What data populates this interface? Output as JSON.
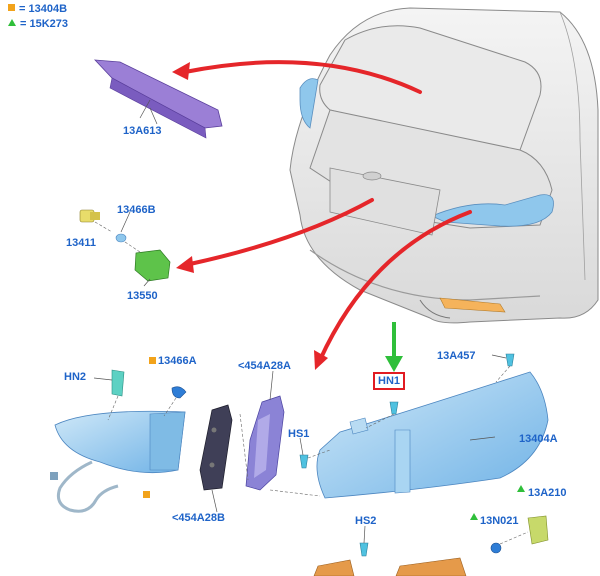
{
  "legend": [
    {
      "symbol": "square",
      "color": "#f2a31b",
      "text": "= 13404B"
    },
    {
      "symbol": "triangle",
      "color": "#2fbf3a",
      "text": "= 15K273"
    }
  ],
  "callouts": {
    "c13A613": "13A613",
    "c13466B": "13466B",
    "c13411": "13411",
    "c13550": "13550",
    "cHN2": "HN2",
    "c13466A": "13466A",
    "c454A28A": "<454A28A",
    "cHN1": "HN1",
    "c13A457": "13A457",
    "cHS1": "HS1",
    "c13404A": "13404A",
    "c454A28B": "<454A28B",
    "cHS2": "HS2",
    "c13A210": "13A210",
    "c13N021": "13N021"
  },
  "colors": {
    "label": "#1e63c8",
    "arrow_red": "#e5262a",
    "arrow_green": "#2fbf3a",
    "lamp_blue": "#8fc7ec",
    "purple_part": "#9b7fd6"
  }
}
